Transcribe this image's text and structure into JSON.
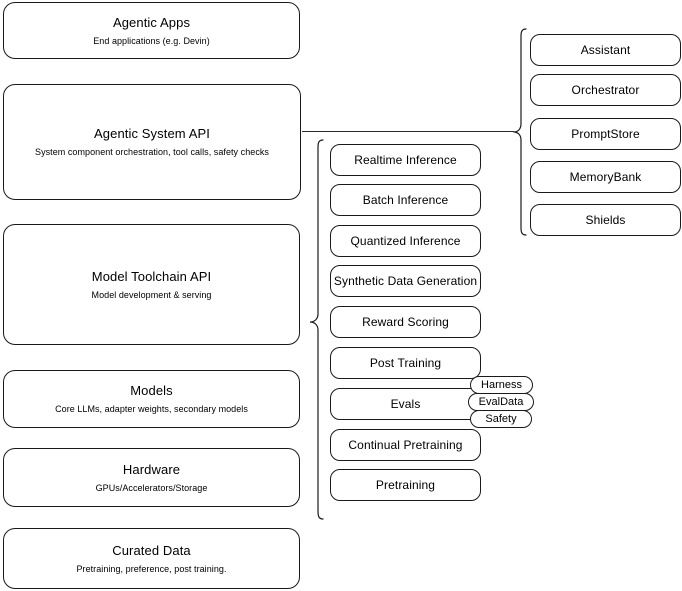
{
  "diagram": {
    "title": "Agentic stack layer diagram",
    "stroke_color": "#1a1a1a",
    "background_color": "#ffffff"
  },
  "left_stack": {
    "name": "layer-stack",
    "layers": [
      {
        "title": "Agentic Apps",
        "subtitle": "End applications (e.g. Devin)"
      },
      {
        "title": "Agentic System API",
        "subtitle": "System component orchestration, tool calls, safety checks"
      },
      {
        "title": "Model Toolchain API",
        "subtitle": "Model development & serving"
      },
      {
        "title": "Models",
        "subtitle": "Core LLMs, adapter weights, secondary models"
      },
      {
        "title": "Hardware",
        "subtitle": "GPUs/Accelerators/Storage"
      },
      {
        "title": "Curated Data",
        "subtitle": "Pretraining, preference, post training."
      }
    ]
  },
  "middle_column": {
    "name": "model-toolchain-capabilities",
    "parent": "Model Toolchain API",
    "items": [
      {
        "label": "Realtime Inference"
      },
      {
        "label": "Batch Inference"
      },
      {
        "label": "Quantized Inference"
      },
      {
        "label": "Synthetic Data Generation"
      },
      {
        "label": "Reward Scoring"
      },
      {
        "label": "Post Training"
      },
      {
        "label": "Evals"
      },
      {
        "label": "Continual Pretraining"
      },
      {
        "label": "Pretraining"
      }
    ]
  },
  "right_column": {
    "name": "agentic-system-components",
    "parent": "Agentic System API",
    "items": [
      {
        "label": "Assistant"
      },
      {
        "label": "Orchestrator"
      },
      {
        "label": "PromptStore"
      },
      {
        "label": "MemoryBank"
      },
      {
        "label": "Shields"
      }
    ]
  },
  "evals_pills": {
    "name": "evals-sub-items",
    "attached_to": "Evals",
    "items": [
      {
        "label": "Harness"
      },
      {
        "label": "EvalData"
      },
      {
        "label": "Safety"
      }
    ]
  }
}
